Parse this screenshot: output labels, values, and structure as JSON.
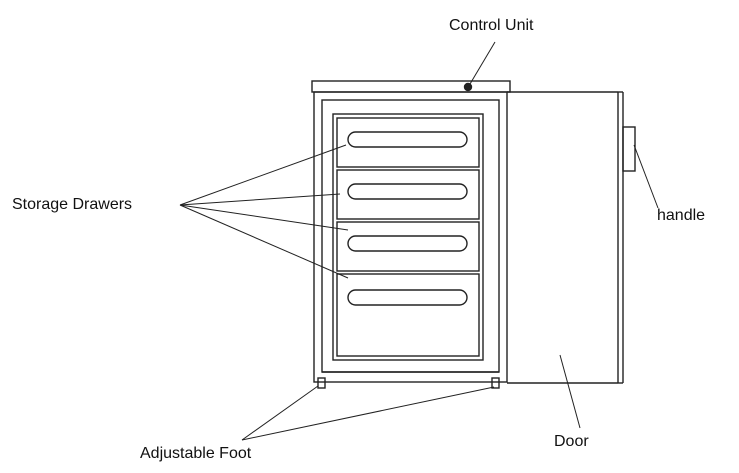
{
  "labels": {
    "control_unit": "Control Unit",
    "storage_drawers": "Storage Drawers",
    "handle": "handle",
    "adjustable_foot": "Adjustable Foot",
    "door": "Door"
  },
  "colors": {
    "line": "#222222",
    "background": "#ffffff"
  }
}
